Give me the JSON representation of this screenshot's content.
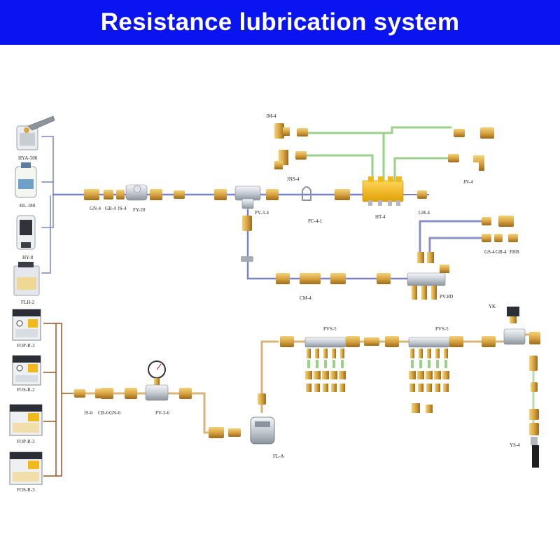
{
  "header": {
    "title": "Resistance lubrication system",
    "bg_color": "#0a14f0",
    "text_color": "#ffffff"
  },
  "colors": {
    "brass": "#d9a441",
    "brass_dark": "#9c6b1c",
    "pipe_blue": "#7a80c8",
    "pipe_green": "#9bd08a",
    "pipe_brown": "#a0521e",
    "pump_body": "#e9edf2",
    "block_yellow": "#f2b91c"
  },
  "pumps_upper": [
    {
      "model": "HYA-500",
      "icon": "hand-pump-icon"
    },
    {
      "model": "HL-180",
      "icon": "jar-pump-icon"
    },
    {
      "model": "HY-8",
      "icon": "cylinder-pump-icon"
    },
    {
      "model": "FLH-2",
      "icon": "tank-pump-icon"
    }
  ],
  "pumps_lower": [
    {
      "model": "FOP-R-2",
      "icon": "electric-pump-icon"
    },
    {
      "model": "FOS-R-2",
      "icon": "electric-pump-icon"
    },
    {
      "model": "FOP-R-3",
      "icon": "electric-pump-icon"
    },
    {
      "model": "FOS-R-3",
      "icon": "electric-pump-icon"
    }
  ],
  "labels": {
    "gn4": "GN-4",
    "gb4": "GB-4",
    "js4": "JS-4",
    "fy20": "FY-20",
    "pv34": "PV-3-4",
    "pc41": "PC-4-1",
    "ht4": "HT-4",
    "gh4": "GH-4",
    "jm4": "JM-4",
    "jns4": "JNS-4",
    "jn4": "JN-4",
    "gs4": "GS-4",
    "gb4b": "GB-4",
    "fhb": "FHB",
    "pv8d": "PV-8D",
    "cm4": "CM-4",
    "js6": "JS-6",
    "cb6": "CB-6",
    "gn6": "GN-6",
    "pv36": "PV-3-6",
    "fla": "FL-A",
    "pvs5a": "PVS-5",
    "pvs5b": "PVS-5",
    "yk": "YK",
    "ys4": "YS-4"
  }
}
